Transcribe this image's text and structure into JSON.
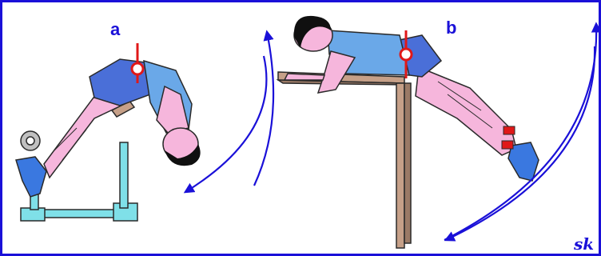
{
  "panels": [
    {
      "label": "a"
    },
    {
      "label": "b"
    }
  ],
  "signature": "sk",
  "colors": {
    "frame": "#1a10d8",
    "label": "#1a10d8",
    "arrow": "#1a10d8",
    "skin": "#f6b6dc",
    "shirt": "#6aa8e8",
    "shorts": "#4a6fd8",
    "hair": "#101010",
    "shoe": "#3a78e0",
    "bench_a": "#7fe0e8",
    "bench_b": "#c6a088",
    "pivot": "#e01818",
    "ankle_strap": "#e01818"
  }
}
